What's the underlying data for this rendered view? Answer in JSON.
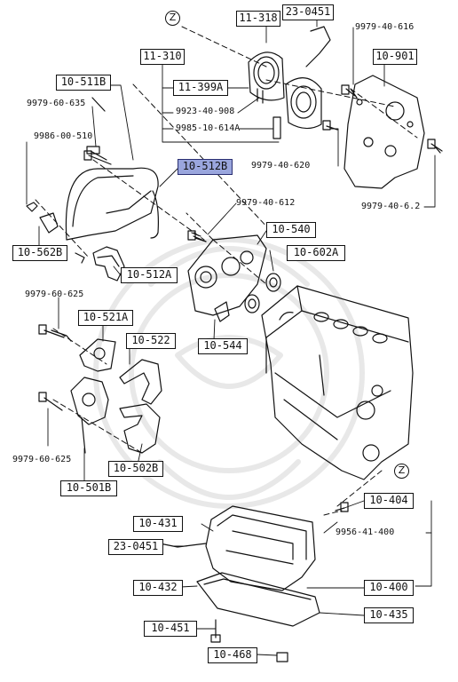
{
  "labels": {
    "l_11_318": "11-318",
    "l_23_0451_top": "23-0451",
    "l_9979_40_616": "9979-40-616",
    "l_11_310": "11-310",
    "l_10_901": "10-901",
    "l_10_511b": "10-511B",
    "l_11_399a": "11-399A",
    "l_9979_60_635": "9979-60-635",
    "l_9923_40_908": "9923-40-908",
    "l_9985_10_614a": "9985-10-614A",
    "l_9986_00_510": "9986-00-510",
    "l_9979_40_620": "9979-40-620",
    "l_10_512b": "10-512B",
    "l_9979_40_612": "9979-40-612",
    "l_9979_40_62": "9979-40-6.2",
    "l_10_540": "10-540",
    "l_10_562b": "10-562B",
    "l_10_602a": "10-602A",
    "l_10_512a": "10-512A",
    "l_9979_60_625_a": "9979-60-625",
    "l_10_521a": "10-521A",
    "l_10_522": "10-522",
    "l_10_544": "10-544",
    "l_9979_60_625_b": "9979-60-625",
    "l_10_502b": "10-502B",
    "l_10_501b": "10-501B",
    "l_10_404": "10-404",
    "l_10_431": "10-431",
    "l_23_0451_bot": "23-0451",
    "l_9956_41_400": "9956-41-400",
    "l_10_432": "10-432",
    "l_10_400": "10-400",
    "l_10_435": "10-435",
    "l_10_451": "10-451",
    "l_10_468": "10-468",
    "z_top": "Z",
    "z_mid": "Z"
  },
  "highlight_color": "#9aa6dd"
}
